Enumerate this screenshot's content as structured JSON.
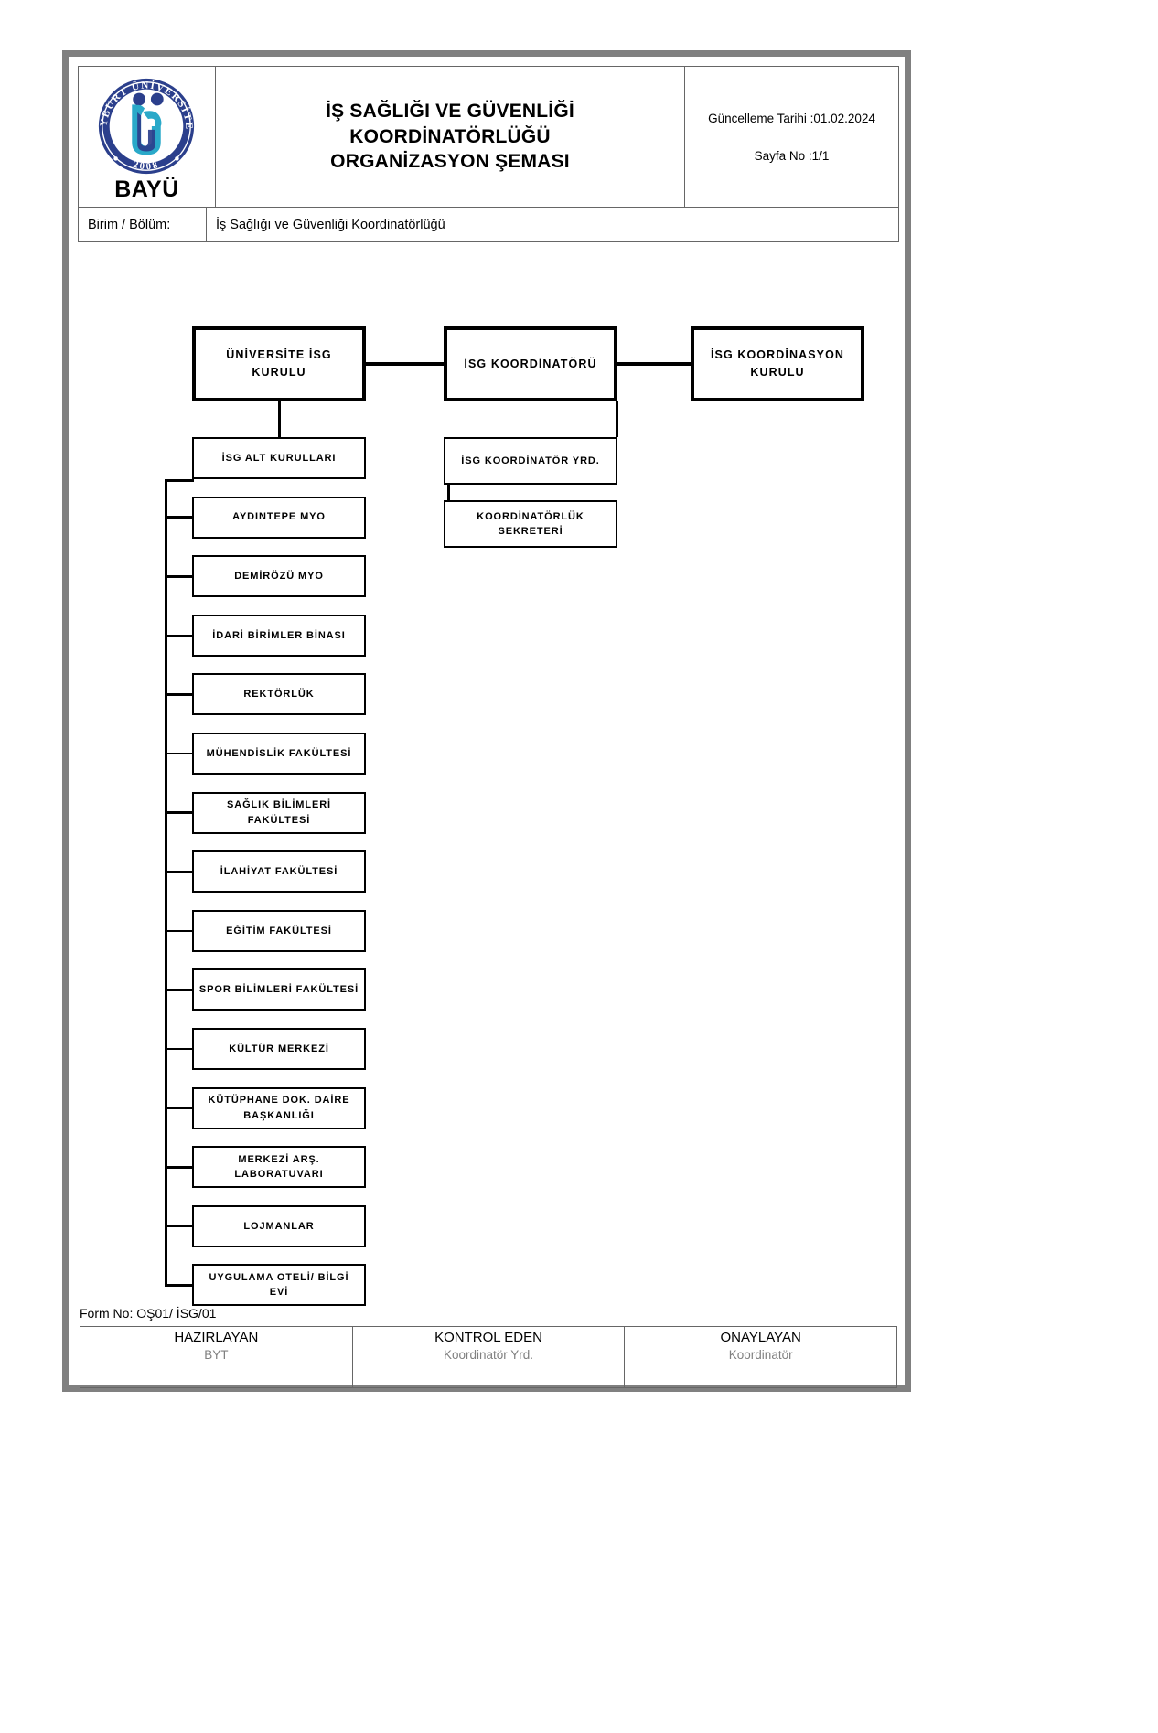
{
  "header": {
    "title_lines": [
      "İŞ SAĞLIĞI VE GÜVENLİĞİ",
      "KOORDİNATÖRLÜĞÜ",
      "ORGANİZASYON ŞEMASI"
    ],
    "logo": {
      "ring_text": "BAYBURT ÜNİVERSİTESİ",
      "year": "2008",
      "abbr": "BAYÜ",
      "ring_color": "#2b3f8c",
      "mark_color": "#2aa9c9"
    },
    "update_date": "Güncelleme Tarihi :01.02.2024",
    "page_no": "Sayfa No :1/1"
  },
  "birim": {
    "label": "Birim / Bölüm:",
    "value": "İş Sağlığı ve Güvenliği Koordinatörlüğü"
  },
  "chart_data": {
    "type": "diagram",
    "title": "İŞ SAĞLIĞI VE GÜVENLİĞİ KOORDİNATÖRLÜĞÜ ORGANİZASYON ŞEMASI",
    "top_row": [
      {
        "id": "universite-isg-kurulu",
        "label": "ÜNİVERSİTE İSG KURULU"
      },
      {
        "id": "isg-koordinatoru",
        "label": "İSG KOORDİNATÖRÜ"
      },
      {
        "id": "isg-koordinasyon-kurulu",
        "label": "İSG KOORDİNASYON KURULU"
      }
    ],
    "middle_branch": [
      {
        "id": "isg-koordinator-yrd",
        "label": "İSG KOORDİNATÖR YRD."
      },
      {
        "id": "koordinatorluk-sekreteri",
        "label": "KOORDİNATÖRLÜK SEKRETERİ"
      }
    ],
    "left_branch_parent": "ÜNİVERSİTE İSG KURULU",
    "left_branch": [
      {
        "id": "isg-alt-kurullari",
        "label": "İSG ALT KURULLARI"
      },
      {
        "id": "aydintepe-myo",
        "label": "AYDINTEPE MYO"
      },
      {
        "id": "demirozu-myo",
        "label": "DEMİRÖZÜ MYO"
      },
      {
        "id": "idari-birimler-binasi",
        "label": "İDARİ BİRİMLER BİNASI"
      },
      {
        "id": "rektorluk",
        "label": "REKTÖRLÜK"
      },
      {
        "id": "muhendislik-fakultesi",
        "label": "MÜHENDİSLİK FAKÜLTESİ"
      },
      {
        "id": "saglik-bilimleri-fakultesi",
        "label": "SAĞLIK BİLİMLERİ FAKÜLTESİ"
      },
      {
        "id": "ilahiyat-fakultesi",
        "label": "İLAHİYAT FAKÜLTESİ"
      },
      {
        "id": "egitim-fakultesi",
        "label": "EĞİTİM FAKÜLTESİ"
      },
      {
        "id": "spor-bilimleri-fakultesi",
        "label": "SPOR BİLİMLERİ FAKÜLTESİ"
      },
      {
        "id": "kultur-merkezi",
        "label": "KÜLTÜR MERKEZİ"
      },
      {
        "id": "kutuphane-dok-daire-baskanligi",
        "label": "KÜTÜPHANE DOK. DAİRE BAŞKANLIĞI"
      },
      {
        "id": "merkezi-ars-laboratuvari",
        "label": "MERKEZİ ARŞ. LABORATUVARI"
      },
      {
        "id": "lojmanlar",
        "label": "LOJMANLAR"
      },
      {
        "id": "uygulama-oteli-bilgi-evi",
        "label": "UYGULAMA OTELİ/ BİLGİ EVİ"
      }
    ]
  },
  "footer": {
    "form_no": "Form No: OŞ01/ İSG/01",
    "signatures": [
      {
        "role": "HAZIRLAYAN",
        "name": "BYT"
      },
      {
        "role": "KONTROL EDEN",
        "name": "Koordinatör Yrd."
      },
      {
        "role": "ONAYLAYAN",
        "name": "Koordinatör"
      }
    ]
  }
}
